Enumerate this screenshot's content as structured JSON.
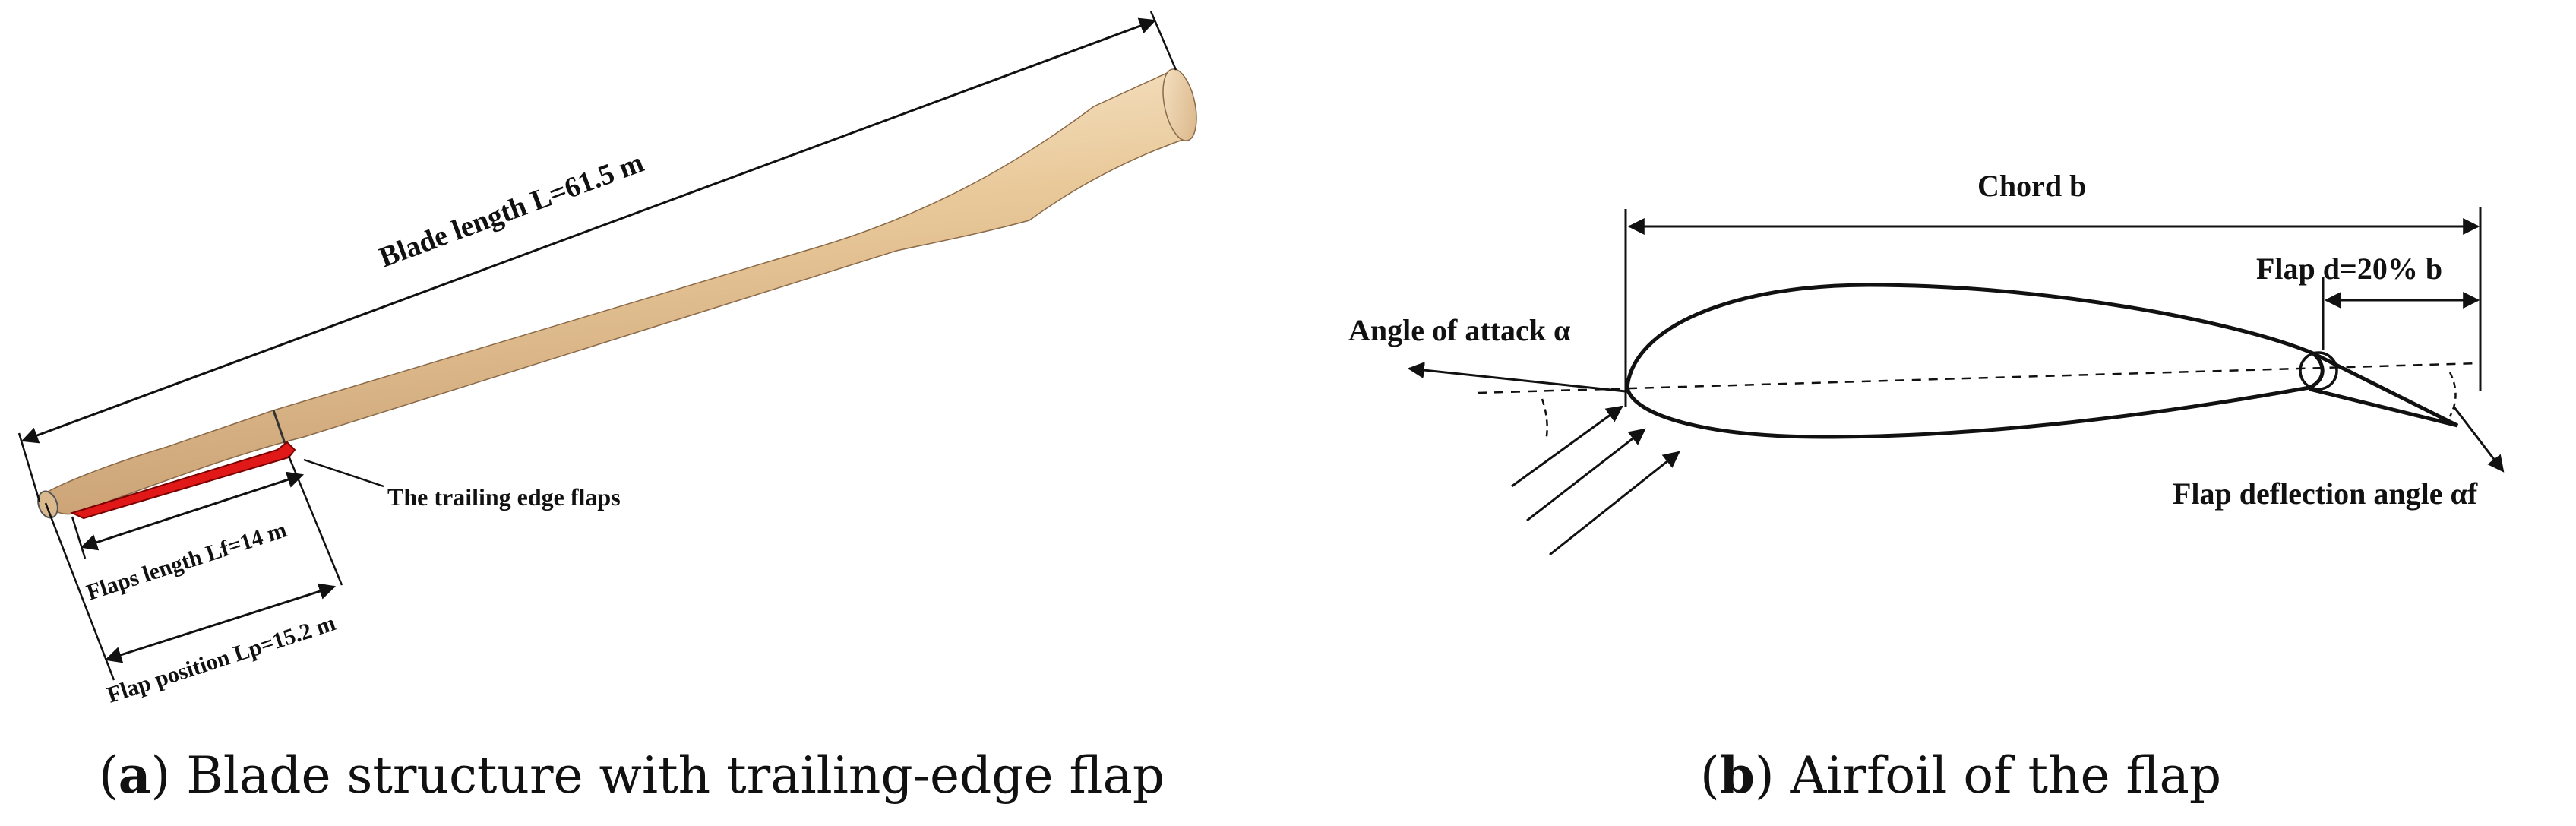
{
  "panel_a": {
    "blade_length": "Blade length L=61.5 m",
    "flaps_label": "The trailing edge flaps",
    "flaps_length": "Flaps length Lf=14 m",
    "flap_position": "Flap position Lp=15.2 m",
    "caption_letter": "a",
    "caption_text": "Blade structure with trailing-edge flap"
  },
  "panel_b": {
    "chord": "Chord b",
    "flap_width": "Flap d=20% b",
    "angle_of_attack": "Angle of attack α",
    "flap_deflection": "Flap deflection angle αf",
    "caption_letter": "b",
    "caption_text": "Airfoil of the flap"
  },
  "colors": {
    "blade_body": "#e6c79a",
    "flap_fill": "#e01818",
    "line": "#111111"
  }
}
